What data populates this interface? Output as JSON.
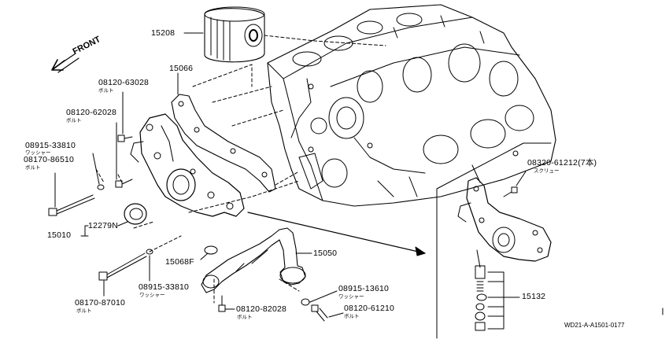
{
  "diagram": {
    "front_label": "FRONT",
    "drawing_code": "WD21-A-A1501-0177",
    "parts": [
      {
        "id": "15208"
      },
      {
        "id": "15066"
      },
      {
        "id": "08120-63028",
        "note": "ボルト"
      },
      {
        "id": "08120-62028",
        "note": "ボルト"
      },
      {
        "id": "08915-33810",
        "note": "ワッシャー"
      },
      {
        "id": "08170-86510",
        "note": "ボルト"
      },
      {
        "id": "12279N"
      },
      {
        "id": "15010"
      },
      {
        "id": "15068F"
      },
      {
        "id": "15050"
      },
      {
        "id": "08915-33810",
        "note": "ワッシャー"
      },
      {
        "id": "08170-87010",
        "note": "ボルト"
      },
      {
        "id": "08120-82028",
        "note": "ボルト"
      },
      {
        "id": "08915-13610",
        "note": "ワッシャー"
      },
      {
        "id": "08120-61210",
        "note": "ボルト"
      },
      {
        "id": "08320-61212(7本)",
        "note": "スクリュー"
      },
      {
        "id": "15132"
      }
    ]
  }
}
